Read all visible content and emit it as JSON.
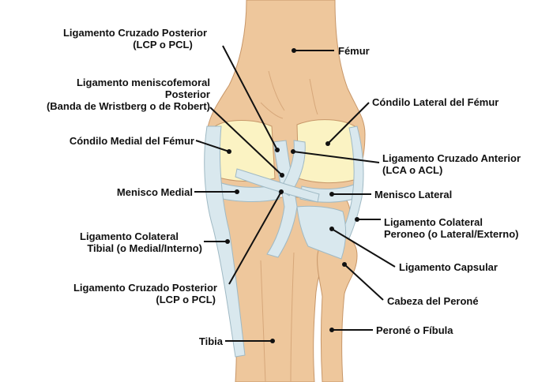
{
  "colors": {
    "bone": "#eec79c",
    "bone_shadow": "#d6a77a",
    "bone_line": "#c79668",
    "cartilage": "#fbf3c3",
    "ligament": "#d9e8ee",
    "ligament_line": "#9fb9c4",
    "leader": "#111111"
  },
  "labels": {
    "pcl_top_1": "Ligamento Cruzado Posterior",
    "pcl_top_2": "(LCP o PCL)",
    "mfl_1": "Ligamento meniscofemoral",
    "mfl_2": "Posterior",
    "mfl_3": "(Banda de Wristberg o de Robert)",
    "medial_condyle": "Cóndilo Medial del Fémur",
    "medial_meniscus": "Menisco Medial",
    "tibial_collateral_1": "Ligamento Colateral",
    "tibial_collateral_2": "Tibial (o Medial/Interno)",
    "pcl_bottom_1": "Ligamento Cruzado Posterior",
    "pcl_bottom_2": "(LCP o PCL)",
    "tibia": "Tibia",
    "femur": "Fémur",
    "lateral_condyle": "Cóndilo Lateral del Fémur",
    "acl_1": "Ligamento Cruzado Anterior",
    "acl_2": "(LCA o ACL)",
    "lateral_meniscus": "Menisco Lateral",
    "fibular_collateral_1": "Ligamento Colateral",
    "fibular_collateral_2": "Peroneo (o Lateral/Externo)",
    "capsular": "Ligamento Capsular",
    "fibula_head": "Cabeza del Peroné",
    "fibula": "Peroné o Fíbula"
  }
}
